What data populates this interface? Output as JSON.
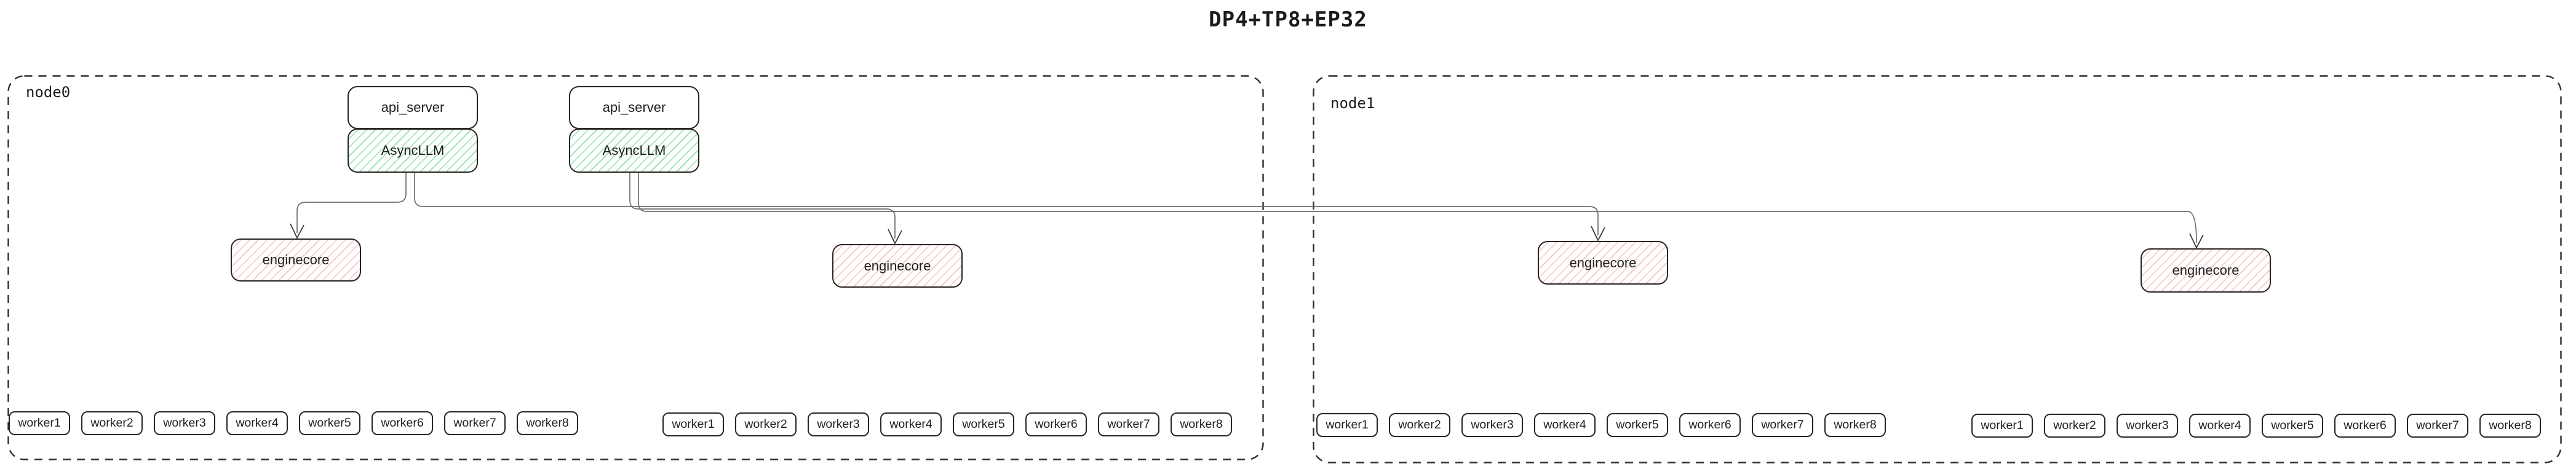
{
  "title": "DP4+TP8+EP32",
  "colors": {
    "box_border": "#292524",
    "node_border": "#2e2e2c",
    "edge_line": "#6f6f6f",
    "green_hatch": "#79d59e",
    "red_hatch": "#eea098"
  },
  "node0": {
    "label": "node0",
    "pairs": [
      {
        "server": "api_server",
        "llm": "AsyncLLM"
      },
      {
        "server": "api_server",
        "llm": "AsyncLLM"
      }
    ],
    "enginecores": [
      "enginecore",
      "enginecore"
    ],
    "worker_groups": [
      [
        "worker1",
        "worker2",
        "worker3",
        "worker4",
        "worker5",
        "worker6",
        "worker7",
        "worker8"
      ],
      [
        "worker1",
        "worker2",
        "worker3",
        "worker4",
        "worker5",
        "worker6",
        "worker7",
        "worker8"
      ]
    ]
  },
  "node1": {
    "label": "node1",
    "enginecores": [
      "enginecore",
      "enginecore"
    ],
    "worker_groups": [
      [
        "worker1",
        "worker2",
        "worker3",
        "worker4",
        "worker5",
        "worker6",
        "worker7",
        "worker8"
      ],
      [
        "worker1",
        "worker2",
        "worker3",
        "worker4",
        "worker5",
        "worker6",
        "worker7",
        "worker8"
      ]
    ]
  }
}
